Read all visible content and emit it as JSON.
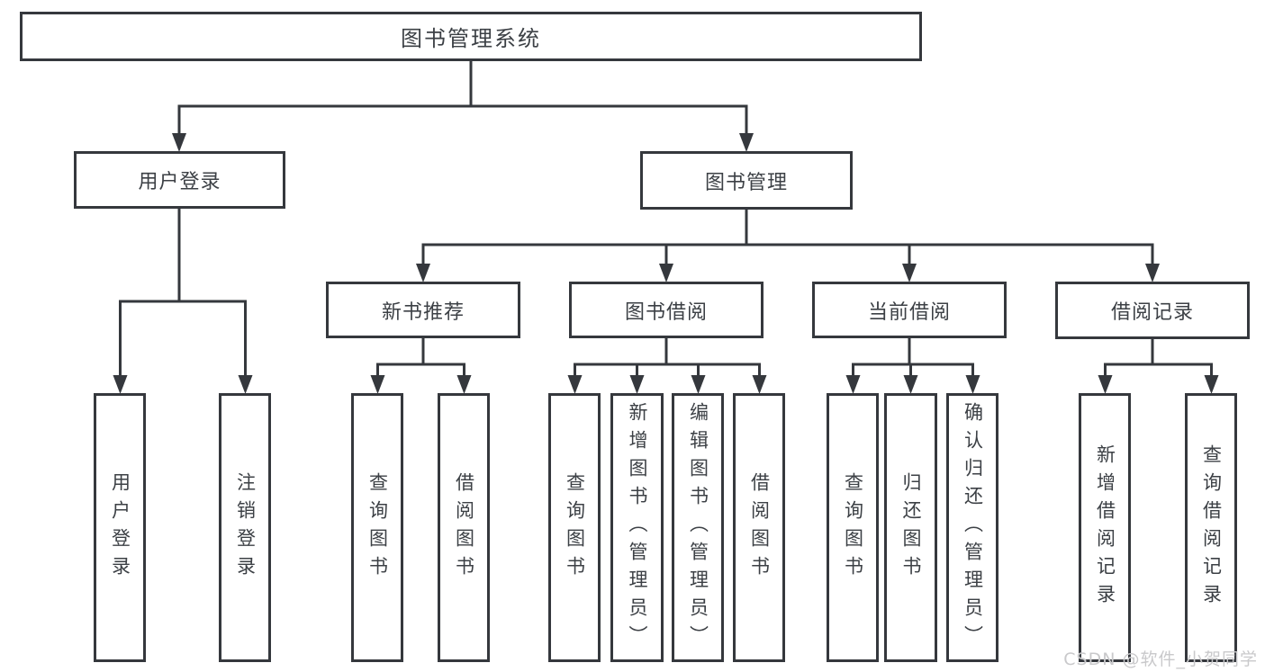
{
  "root": {
    "label": "图书管理系统"
  },
  "tree": [
    {
      "label": "用户登录",
      "children": [
        {
          "label": "用户登录"
        },
        {
          "label": "注销登录"
        }
      ]
    },
    {
      "label": "图书管理",
      "children": [
        {
          "label": "新书推荐",
          "children": [
            {
              "label": "查询图书"
            },
            {
              "label": "借阅图书"
            }
          ]
        },
        {
          "label": "图书借阅",
          "children": [
            {
              "label": "查询图书"
            },
            {
              "label": "新增图书（管理员）"
            },
            {
              "label": "编辑图书（管理员）"
            },
            {
              "label": "借阅图书"
            }
          ]
        },
        {
          "label": "当前借阅",
          "children": [
            {
              "label": "查询图书"
            },
            {
              "label": "归还图书"
            },
            {
              "label": "确认归还（管理员）"
            }
          ]
        },
        {
          "label": "借阅记录",
          "children": [
            {
              "label": "新增借阅记录"
            },
            {
              "label": "查询借阅记录"
            }
          ]
        }
      ]
    }
  ],
  "watermark": {
    "text": "CSDN @软件_小贺同学"
  },
  "colors": {
    "line": "#35383d",
    "text": "#3c4045",
    "background": "#ffffff",
    "watermark": "#c9c9cb"
  }
}
